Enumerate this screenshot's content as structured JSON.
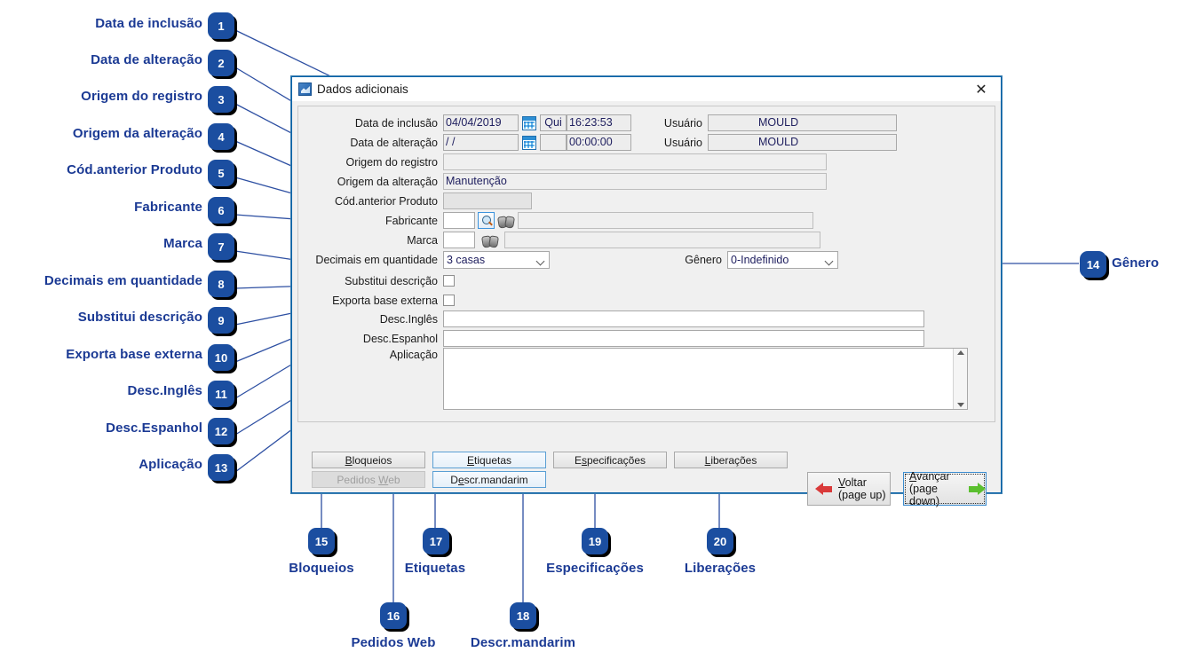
{
  "window": {
    "title": "Dados adicionais",
    "icon": "app-icon",
    "close_label": "✕"
  },
  "form": {
    "rows": [
      {
        "label": "Data de inclusão",
        "date": "04/04/2019",
        "weekday": "Qui",
        "time": "16:23:53",
        "user_label": "Usuário",
        "user": "MOULD"
      },
      {
        "label": "Data de alteração",
        "date": "  /  /",
        "weekday": "",
        "time": "00:00:00",
        "user_label": "Usuário",
        "user": "MOULD"
      }
    ],
    "origem_registro": {
      "label": "Origem do registro",
      "value": ""
    },
    "origem_alteracao": {
      "label": "Origem da alteração",
      "value": "Manutenção"
    },
    "cod_anterior": {
      "label": "Cód.anterior Produto",
      "value": ""
    },
    "fabricante": {
      "label": "Fabricante",
      "code": "",
      "value": "",
      "search_icon": "search-icon",
      "binoculars_icon": "binoculars-icon"
    },
    "marca": {
      "label": "Marca",
      "code": "",
      "value": "",
      "binoculars_icon": "binoculars-icon"
    },
    "decimais": {
      "label": "Decimais em quantidade",
      "value": "3 casas"
    },
    "genero": {
      "label": "Gênero",
      "value": "0-Indefinido"
    },
    "substitui_descricao": {
      "label": "Substitui descrição",
      "checked": false
    },
    "exporta_base_externa": {
      "label": "Exporta base externa",
      "checked": false
    },
    "desc_ingles": {
      "label": "Desc.Inglês",
      "value": ""
    },
    "desc_espanhol": {
      "label": "Desc.Espanhol",
      "value": ""
    },
    "aplicacao": {
      "label": "Aplicação",
      "value": ""
    }
  },
  "buttons": {
    "bloqueios": "Bloqueios",
    "pedidos_web": "Pedidos Web",
    "etiquetas": "Etiquetas",
    "descr_mandarim": "Descr.mandarim",
    "especificacoes": "Especificações",
    "liberacoes": "Liberações"
  },
  "nav": {
    "voltar_top": "Voltar",
    "voltar_bottom": "(page up)",
    "avancar_top": "Avançar",
    "avancar_bottom": "(page down)"
  },
  "annotations": [
    {
      "n": "1",
      "label": "Data de inclusão"
    },
    {
      "n": "2",
      "label": "Data de alteração"
    },
    {
      "n": "3",
      "label": "Origem do registro"
    },
    {
      "n": "4",
      "label": "Origem da alteração"
    },
    {
      "n": "5",
      "label": "Cód.anterior Produto"
    },
    {
      "n": "6",
      "label": "Fabricante"
    },
    {
      "n": "7",
      "label": "Marca"
    },
    {
      "n": "8",
      "label": "Decimais em quantidade"
    },
    {
      "n": "9",
      "label": "Substitui descrição"
    },
    {
      "n": "10",
      "label": "Exporta base externa"
    },
    {
      "n": "11",
      "label": "Desc.Inglês"
    },
    {
      "n": "12",
      "label": "Desc.Espanhol"
    },
    {
      "n": "13",
      "label": "Aplicação"
    },
    {
      "n": "14",
      "label": "Gênero"
    },
    {
      "n": "15",
      "label": "Bloqueios"
    },
    {
      "n": "16",
      "label": "Pedidos Web"
    },
    {
      "n": "17",
      "label": "Etiquetas"
    },
    {
      "n": "18",
      "label": "Descr.mandarim"
    },
    {
      "n": "19",
      "label": "Especificações"
    },
    {
      "n": "20",
      "label": "Liberações"
    }
  ],
  "colors": {
    "annotation_blue": "#1b3a94",
    "badge_blue": "#1b4ea0",
    "window_border": "#0a63a8",
    "field_text": "#202060"
  }
}
